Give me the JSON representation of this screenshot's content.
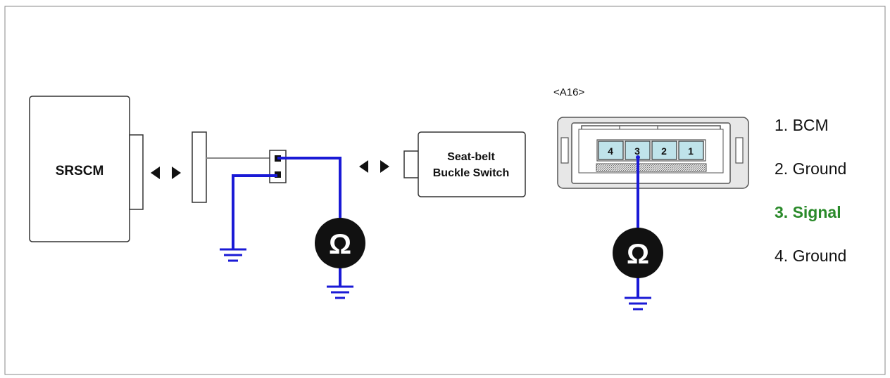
{
  "components": {
    "srscm_label": "SRSCM",
    "switch_label_line1": "Seat-belt",
    "switch_label_line2": "Buckle Switch"
  },
  "connector": {
    "id": "<A16>",
    "pins": [
      "4",
      "3",
      "2",
      "1"
    ]
  },
  "meter_symbol": "Ω",
  "pin_legend": [
    {
      "text": "1. BCM",
      "highlight": false
    },
    {
      "text": "2. Ground",
      "highlight": false
    },
    {
      "text": "3. Signal",
      "highlight": true
    },
    {
      "text": "4. Ground",
      "highlight": false
    }
  ],
  "colors": {
    "wire": "#1a1ad6",
    "highlight": "#2a8a2a",
    "pin_fill": "#bfe3ea",
    "border": "#333333"
  }
}
